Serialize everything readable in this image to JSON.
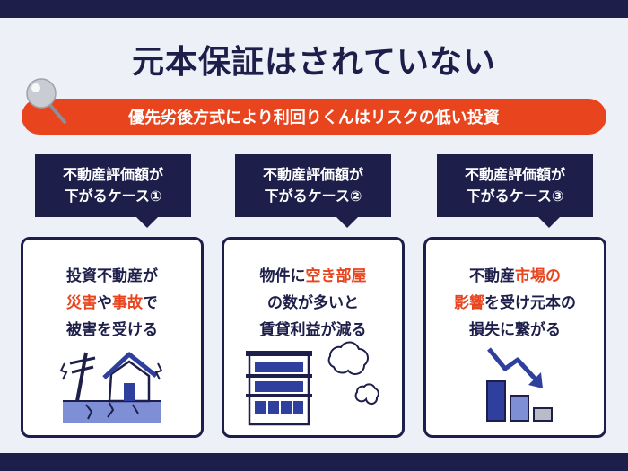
{
  "title": "元本保証はされていない",
  "subtitle": "優先劣後方式により利回りくんはリスクの低い投資",
  "cases": [
    {
      "label_line1": "不動産評価額が",
      "label_line2": "下がるケース①",
      "text_line1": "投資不動産が",
      "text_line2_hl1": "災害",
      "text_line2_mid": "や",
      "text_line2_hl2": "事故",
      "text_line2_end": "で",
      "text_line3": "被害を受ける",
      "icon": "damaged-house-icon"
    },
    {
      "label_line1": "不動産評価額が",
      "label_line2": "下がるケース②",
      "text_line1_pre": "物件に",
      "text_line1_hl": "空き部屋",
      "text_line2": "の数が多いと",
      "text_line3": "賃貸利益が減る",
      "icon": "apartment-building-icon"
    },
    {
      "label_line1": "不動産評価額が",
      "label_line2": "下がるケース③",
      "text_line1_pre": "不動産",
      "text_line1_hl": "市場の",
      "text_line2_hl": "影響",
      "text_line2_end": "を受け元本の",
      "text_line3": "損失に繋がる",
      "icon": "declining-chart-icon"
    }
  ],
  "colors": {
    "navy": "#1d1f4a",
    "accent": "#e8451f",
    "background": "#eef0f8",
    "blue": "#2f3f9e"
  }
}
